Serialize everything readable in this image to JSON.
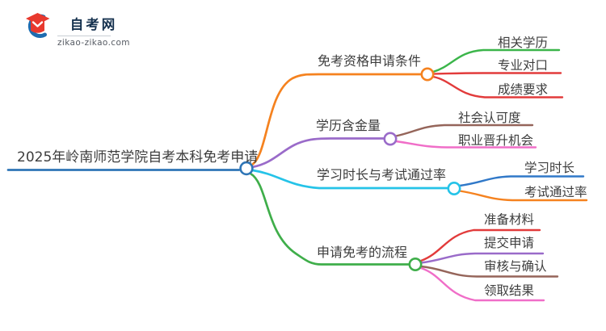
{
  "logo": {
    "title": "自考网",
    "subtitle": "zikao-zikao.com",
    "icon": "graduation-cap-icon",
    "cap_color": "#e8392e",
    "swirl_color": "#1e6cb0",
    "title_color": "#15314e"
  },
  "mindmap": {
    "root": {
      "label": "2025年岭南师范学院自考本科免考申请",
      "color": "#2e75b6"
    },
    "branches": [
      {
        "label": "免考资格申请条件",
        "color": "#f5821f",
        "children": [
          {
            "label": "相关学历",
            "color": "#3bb54a"
          },
          {
            "label": "专业对口",
            "color": "#e23b3b"
          },
          {
            "label": "成绩要求",
            "color": "#e23b3b"
          }
        ]
      },
      {
        "label": "学历含金量",
        "color": "#9a6bc9",
        "children": [
          {
            "label": "社会认可度",
            "color": "#95655a"
          },
          {
            "label": "职业晋升机会",
            "color": "#f06ec8"
          }
        ]
      },
      {
        "label": "学习时长与考试通过率",
        "color": "#25c3e8",
        "children": [
          {
            "label": "学习时长",
            "color": "#3078c8"
          },
          {
            "label": "考试通过率",
            "color": "#f5821f"
          }
        ]
      },
      {
        "label": "申请免考的流程",
        "color": "#3fae4a",
        "children": [
          {
            "label": "准备材料",
            "color": "#e23b3b"
          },
          {
            "label": "提交申请",
            "color": "#9a6bc9"
          },
          {
            "label": "审核与确认",
            "color": "#95655a"
          },
          {
            "label": "领取结果",
            "color": "#f06ec8"
          }
        ]
      }
    ]
  }
}
